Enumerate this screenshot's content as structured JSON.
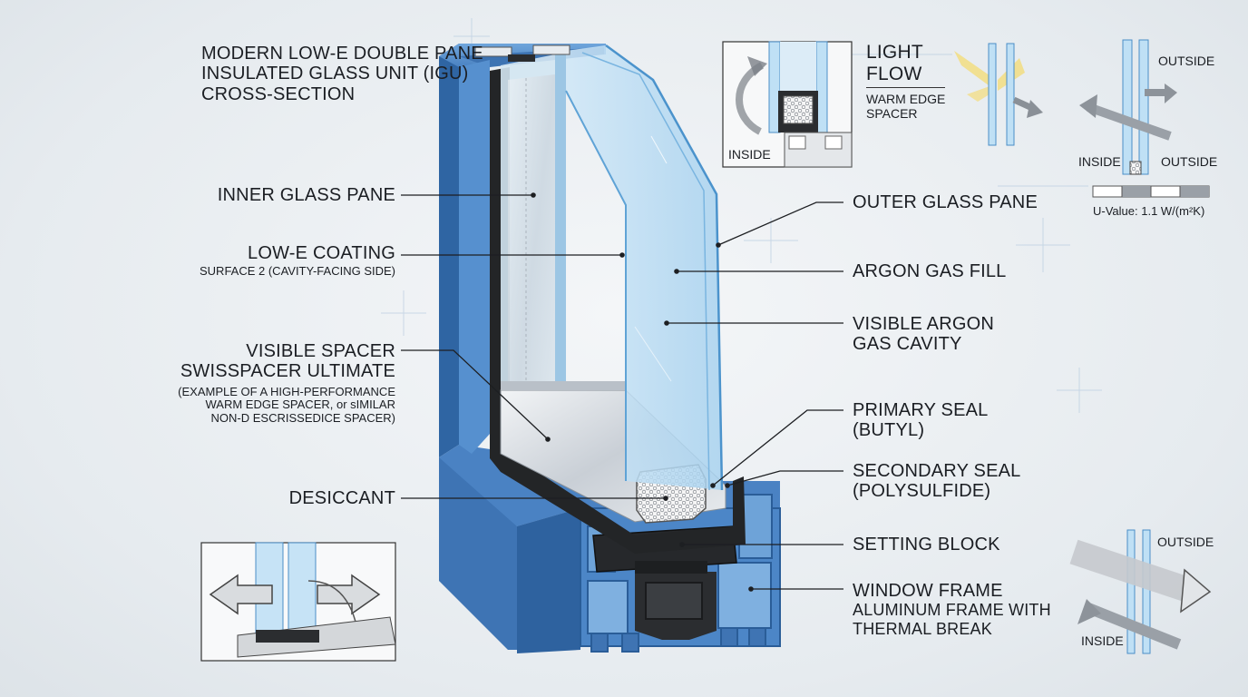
{
  "title": {
    "line1": "MODERN LOW-E DOUBLE PANE",
    "line2": "INSULATED GLASS UNIT (IGU)",
    "line3": "CROSS-SECTION"
  },
  "left_labels": {
    "inner_glass": "INNER GLASS PANE",
    "lowe_coating": "LOW-E COATING",
    "lowe_sub": "SURFACE 2 (CAVITY-FACING SIDE)",
    "spacer_1": "VISIBLE SPACER",
    "spacer_2": "SWISSPACER ULTIMATE",
    "spacer_note_1": "(EXAMPLE OF A HIGH-PERFORMANCE",
    "spacer_note_2": "WARM EDGE SPACER, or sIMILAR",
    "spacer_note_3": "NON-D ESCRISSEDICE SPACER)",
    "desiccant": "DESICCANT"
  },
  "right_labels": {
    "outer_glass": "OUTER GLASS PANE",
    "argon_fill": "ARGON GAS FILL",
    "argon_cavity_1": "VISIBLE ARGON",
    "argon_cavity_2": "GAS CAVITY",
    "primary_seal_1": "PRIMARY SEAL",
    "primary_seal_2": "(BUTYL)",
    "secondary_seal_1": "SECONDARY SEAL",
    "secondary_seal_2": "(POLYSULFIDE)",
    "setting_block": "SETTING BLOCK",
    "window_frame_1": "WINDOW FRAME",
    "window_frame_2": "ALUMINUM FRAME WITH",
    "window_frame_3": "THERMAL BREAK"
  },
  "inset_top": {
    "inside_label": "INSIDE",
    "light_1": "LIGHT",
    "light_2": "FLOW",
    "spacer_1": "WARM EDGE",
    "spacer_2": "SPACER"
  },
  "inset_topright": {
    "outside_top": "OUTSIDE",
    "inside": "INSIDE",
    "outside": "OUTSIDE",
    "uvalue": "U-Value: 1.1 W/(m²K)"
  },
  "inset_bottomright": {
    "outside": "OUTSIDE",
    "inside": "INSIDE"
  },
  "colors": {
    "frame_blue": "#4f86c6",
    "frame_dark": "#2c5f99",
    "glass": "#b9dcf3",
    "seal_black": "#222426"
  }
}
